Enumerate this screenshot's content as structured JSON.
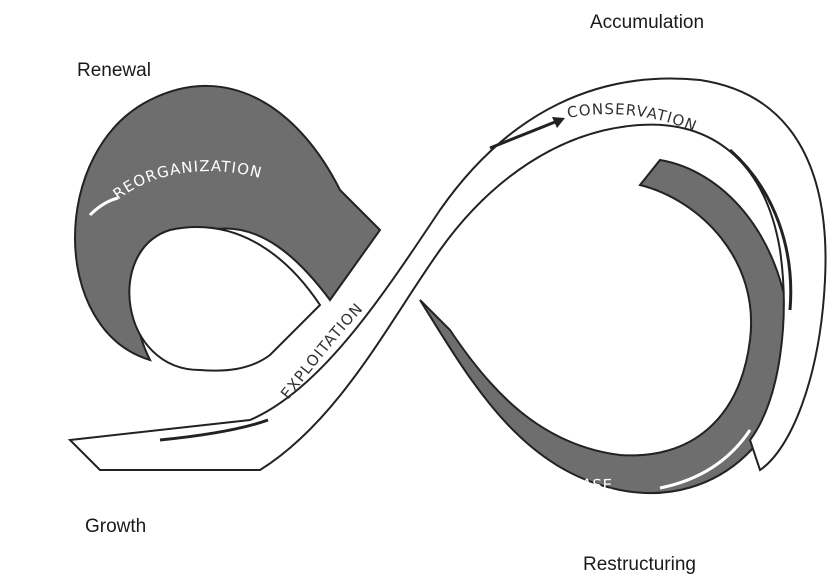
{
  "stages": {
    "reorganization": "REORGANIZATION",
    "conservation": "CONSERVATION",
    "exploitation": "EXPLOITATION",
    "release": "RELEASE"
  },
  "corners": {
    "renewal": "Renewal",
    "accumulation": "Accumulation",
    "growth": "Growth",
    "restructuring": "Restructuring"
  },
  "colors": {
    "dark_band": "#6e6e6e",
    "light_band": "#ffffff",
    "outline": "#222222"
  }
}
